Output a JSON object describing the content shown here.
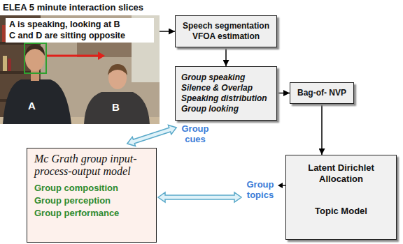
{
  "diagram": {
    "title": "ELEA 5 minute interaction slices",
    "nodes": [
      {
        "text": [
          "A",
          "B"
        ]
      },
      {
        "text": [
          "A is speaking, looking at B",
          "C and D are sitting opposite"
        ],
        "in": 0
      },
      {
        "text": [
          "Speech segmentation VFOA estimation"
        ]
      },
      {
        "text": [
          "Group speaking",
          "Silence & Overlap",
          "Speaking distribution",
          "Group looking"
        ]
      },
      {
        "text": [
          "Bag-of- NVP"
        ]
      },
      {
        "text": [
          "Latent Dirichlet Allocation",
          "Topic Model"
        ]
      },
      {
        "text": [
          "Mc Grath group input-process-output model",
          "Group composition",
          "Group perception",
          "Group performance"
        ]
      }
    ],
    "edges": [
      {
        "from": 0,
        "to": 2,
        "arrow": "to"
      },
      {
        "from": 2,
        "to": 3,
        "arrow": "to"
      },
      {
        "from": 3,
        "to": 4,
        "arrow": "to"
      },
      {
        "from": 4,
        "to": 5,
        "arrow": "to"
      }
    ],
    "labels": [
      "Group cues",
      "Group topics"
    ]
  }
}
